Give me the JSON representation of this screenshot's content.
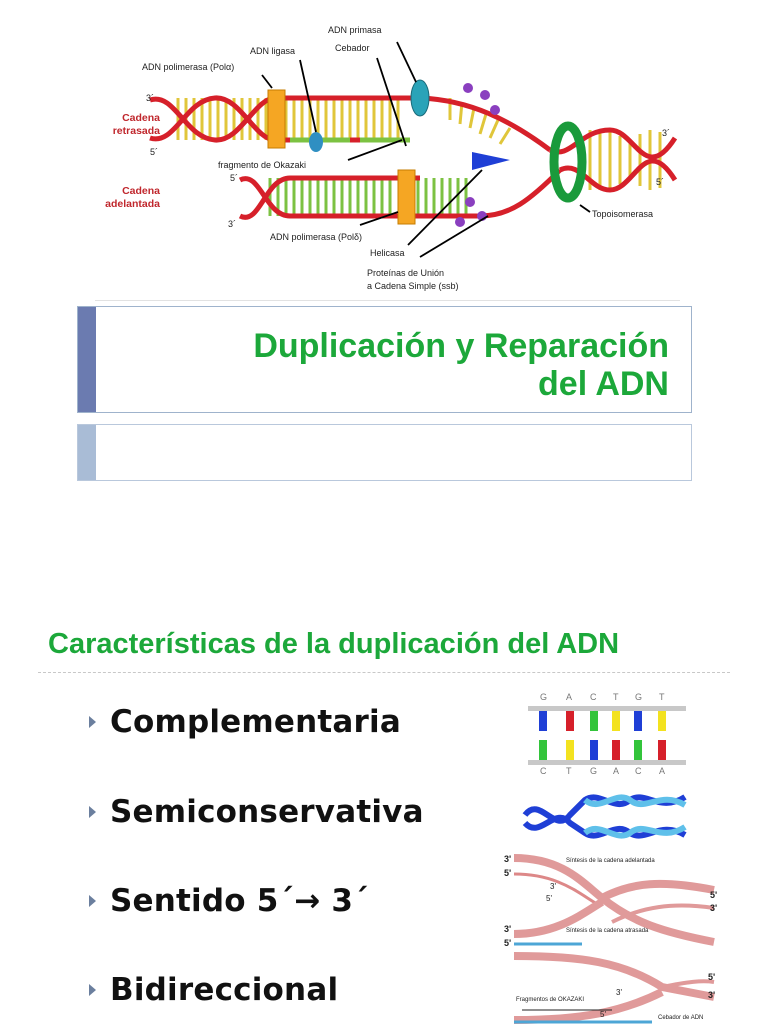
{
  "diagram": {
    "labels": {
      "primasa": "ADN primasa",
      "cebador": "Cebador",
      "ligasa": "ADN ligasa",
      "pol1": "ADN polimerasa (Polα)",
      "okazaki": "fragmento de Okazaki",
      "pol3": "ADN polimerasa (Polδ)",
      "helicasa": "Helicasa",
      "ssb_line1": "Proteínas de Unión",
      "ssb_line2": "a Cadena Simple (ssb)",
      "topo": "Topoisomerasa",
      "retrasada": "Cadena\nretrasada",
      "adelantada": "Cadena\nadelantada"
    },
    "ends": {
      "top_left_3": "3´",
      "top_left_5": "5´",
      "bot_left_5": "5´",
      "bot_left_3": "3´",
      "right_3": "3´",
      "right_5": "5´"
    }
  },
  "title": {
    "main": "Duplicación y Reparación\ndel ADN",
    "subtitle": ""
  },
  "section": {
    "title": "Características de la duplicación del ADN"
  },
  "bullets": [
    "Complementaria",
    "Semiconservativa",
    "Sentido 5´→ 3´",
    "Bidireccional"
  ],
  "figure_bases": {
    "top": [
      "G",
      "A",
      "C",
      "T",
      "G",
      "T"
    ],
    "bottom": [
      "C",
      "T",
      "G",
      "A",
      "C",
      "A"
    ]
  },
  "fork_labels": {
    "leading": "Síntesis de la cadena adelantada",
    "lagging": "Síntesis de la cadena atrasada",
    "okazaki": "Fragmentos de OKAZAKI",
    "primer": "Cebador de ADN",
    "p3a": "3'",
    "p5a": "5'",
    "p5b": "5'",
    "p3b": "3'",
    "p3c": "3'",
    "p5c": "5'",
    "p5d": "5'",
    "p3d": "3'",
    "p3e": "3'",
    "p5e": "5'",
    "p5f": "5'",
    "p3f": "3'"
  },
  "colors": {
    "accent_green": "#1ca83a",
    "strand_red": "#d6202a",
    "strand_yellow": "#e8d24a",
    "strand_green": "#7cc242",
    "title_bar": "#6b7bb0"
  }
}
